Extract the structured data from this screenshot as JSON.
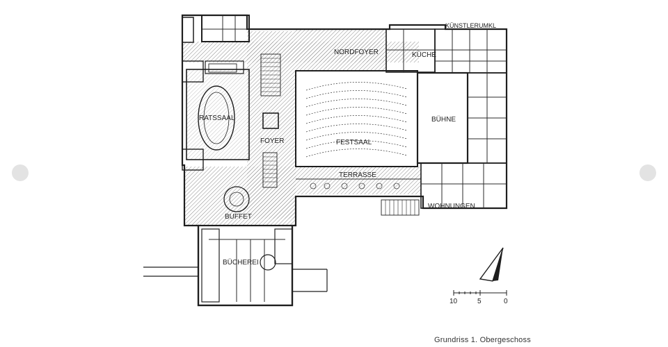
{
  "viewer": {
    "prev_icon": "chevron-left-icon",
    "next_icon": "chevron-right-icon",
    "dot_color": "#e3e3e3"
  },
  "plan": {
    "caption": "Grundriss 1. Obergeschoss",
    "rooms": {
      "kuenstlerumkl": "KÜNSTLERUMKL",
      "nordfoyer": "NORDFOYER",
      "kueche": "KÜCHE",
      "ratssaal": "RATSSAAL",
      "foyer": "FOYER",
      "festsaal": "FESTSAAL",
      "buehne": "BÜHNE",
      "terrasse": "TERRASSE",
      "wohnungen": "WOHNUNGEN",
      "buffet": "BUFFET",
      "buecherei": "BÜCHEREI"
    },
    "scale": {
      "ticks": [
        "10",
        "5",
        "0"
      ]
    },
    "north_arrow_icon": "north-arrow-icon",
    "line_color": "#1e1e1e",
    "hatch_color": "#8a8a8a"
  }
}
